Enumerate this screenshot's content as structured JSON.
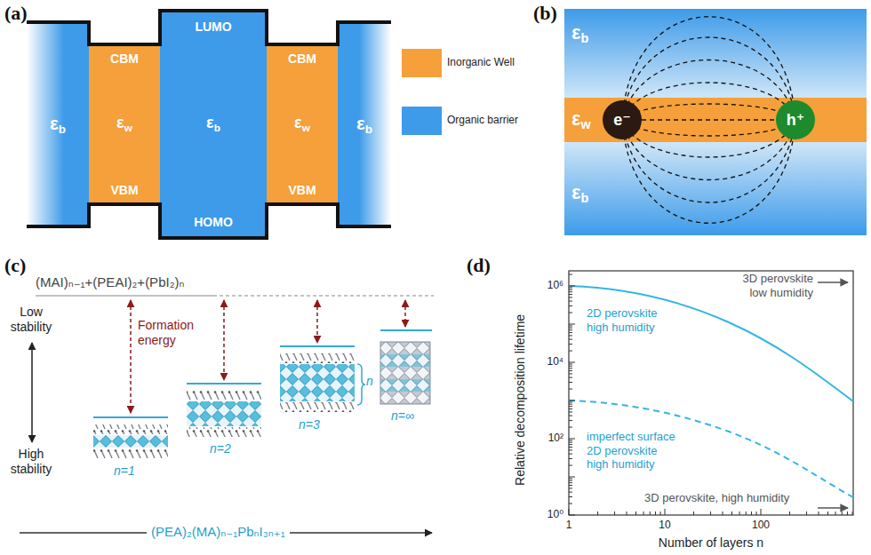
{
  "diagram": {
    "nodes": [
      {
        "text": [
          "εb"
        ]
      },
      {
        "text": [
          "CBM",
          "εw",
          "VBM"
        ]
      },
      {
        "text": [
          "LUMO",
          "εb",
          "HOMO"
        ]
      },
      {
        "text": [
          "CBM",
          "εw",
          "VBM"
        ]
      },
      {
        "text": [
          "εb"
        ]
      },
      {
        "text": [
          "εb"
        ]
      },
      {
        "text": [
          "εw"
        ]
      },
      {
        "text": [
          "e⁻"
        ],
        "in": 6
      },
      {
        "text": [
          "h⁺"
        ],
        "in": 6
      },
      {
        "text": [
          "εb"
        ]
      }
    ],
    "edges": [
      {
        "from": 7,
        "to": 8,
        "arrow": "none"
      }
    ],
    "labels": [
      "(a)",
      "(b)",
      "(c)",
      "(d)",
      "(MAI)ₙ₋₁+(PEAI)₂+(PbI₂)ₙ",
      "Low stability",
      "High stability",
      "Formation energy",
      "n=1",
      "n=2",
      "n=3",
      "n=∞",
      "n",
      "(PEA)₂(MA)ₙ₋₁PbₙI₃ₙ₊₁",
      "Relative decomposition lifetime",
      "Number of layers n",
      "10⁰",
      "10²",
      "10⁴",
      "10⁶",
      "1",
      "10",
      "100",
      "3D perovskite low humidity",
      "2D perovskite high humidity",
      "imperfect surface 2D perovskite high humidity",
      "3D perovskite, high humidity"
    ],
    "legend": [
      {
        "text": "Inorganic Well",
        "color": "#f5a03a"
      },
      {
        "text": "Organic barrier",
        "color": "#3d9be9"
      }
    ]
  }
}
